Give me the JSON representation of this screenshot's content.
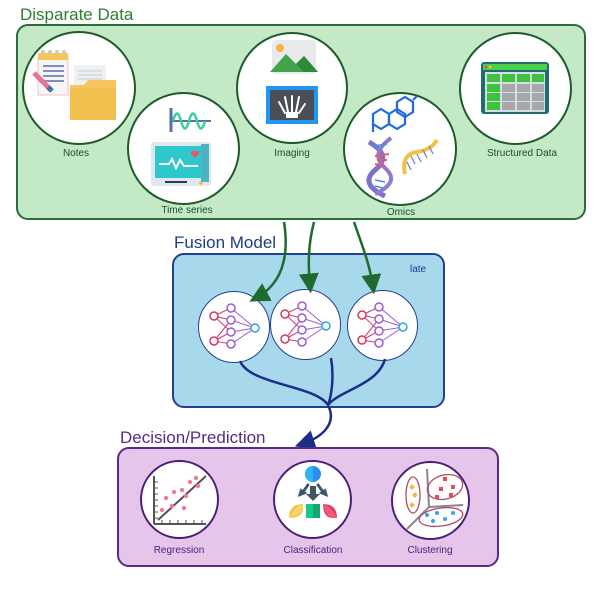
{
  "sections": {
    "disparate_data": {
      "title": "Disparate Data",
      "color": "#2e7d32",
      "fill": "#c3e9c7",
      "items": [
        {
          "label": "Notes",
          "icon": "notes-folder-icon"
        },
        {
          "label": "Time series",
          "icon": "heart-monitor-icon"
        },
        {
          "label": "Imaging",
          "icon": "xray-image-icon"
        },
        {
          "label": "Omics",
          "icon": "dna-molecule-icon"
        },
        {
          "label": "Structured Data",
          "icon": "spreadsheet-table-icon"
        }
      ]
    },
    "fusion_model": {
      "title": "Fusion Model",
      "tag": "late",
      "color": "#1f3a8a",
      "fill": "#a8d8ec",
      "networks": [
        {
          "icon": "neural-network-icon"
        },
        {
          "icon": "neural-network-icon"
        },
        {
          "icon": "neural-network-icon"
        }
      ]
    },
    "decision_prediction": {
      "title": "Decision/Prediction",
      "color": "#5b2a86",
      "fill": "#e6c5ea",
      "items": [
        {
          "label": "Regression",
          "icon": "scatter-regression-icon"
        },
        {
          "label": "Classification",
          "icon": "classification-icon"
        },
        {
          "label": "Clustering",
          "icon": "clustering-icon"
        }
      ]
    }
  }
}
